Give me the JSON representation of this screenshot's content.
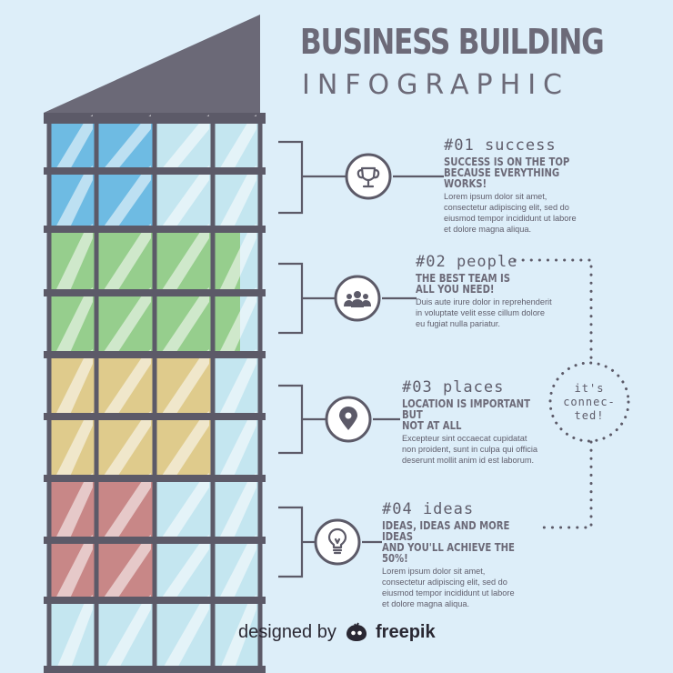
{
  "title": "BUSINESS BUILDING",
  "subtitle": "INFOGRAPHIC",
  "steps": [
    {
      "number": "#01 success",
      "heading": "SUCCESS IS ON THE TOP\nBECAUSE EVERYTHING WORKS!",
      "body": "Lorem ipsum dolor sit amet,\nconsectetur adipiscing elit, sed do\neiusmod tempor incididunt ut labore\net dolore magna aliqua.",
      "icon": "trophy-icon"
    },
    {
      "number": "#02 people",
      "heading": "THE BEST TEAM IS\nALL YOU NEED!",
      "body": "Duis aute irure dolor in reprehenderit\nin voluptate velit esse cillum dolore\neu fugiat nulla pariatur.",
      "icon": "team-icon"
    },
    {
      "number": "#03 places",
      "heading": "LOCATION IS IMPORTANT BUT\nNOT AT ALL",
      "body": "Excepteur sint occaecat cupidatat\nnon proident, sunt in culpa qui officia\ndeserunt mollit anim id est laborum.",
      "icon": "location-pin-icon"
    },
    {
      "number": "#04 ideas",
      "heading": "IDEAS, IDEAS AND MORE IDEAS\nAND YOU'LL ACHIEVE THE 50%!",
      "body": "Lorem ipsum dolor sit amet,\nconsectetur adipiscing elit, sed do\neiusmod tempor incididunt ut labore\net dolore magna aliqua.",
      "icon": "light-bulb-icon"
    }
  ],
  "connected_label": "it's\nconnec-\nted!",
  "credit": {
    "prefix": "designed by",
    "brand": "freepik"
  },
  "colors": {
    "background": "#ddeef9",
    "frame": "#5c5a68",
    "roof": "#6b6977",
    "glass": "#bfe3ee",
    "blue": "#5fb3e0",
    "green": "#8ec97b",
    "yellow": "#e4c67a",
    "red": "#c97674",
    "text": "#6c6a78"
  }
}
